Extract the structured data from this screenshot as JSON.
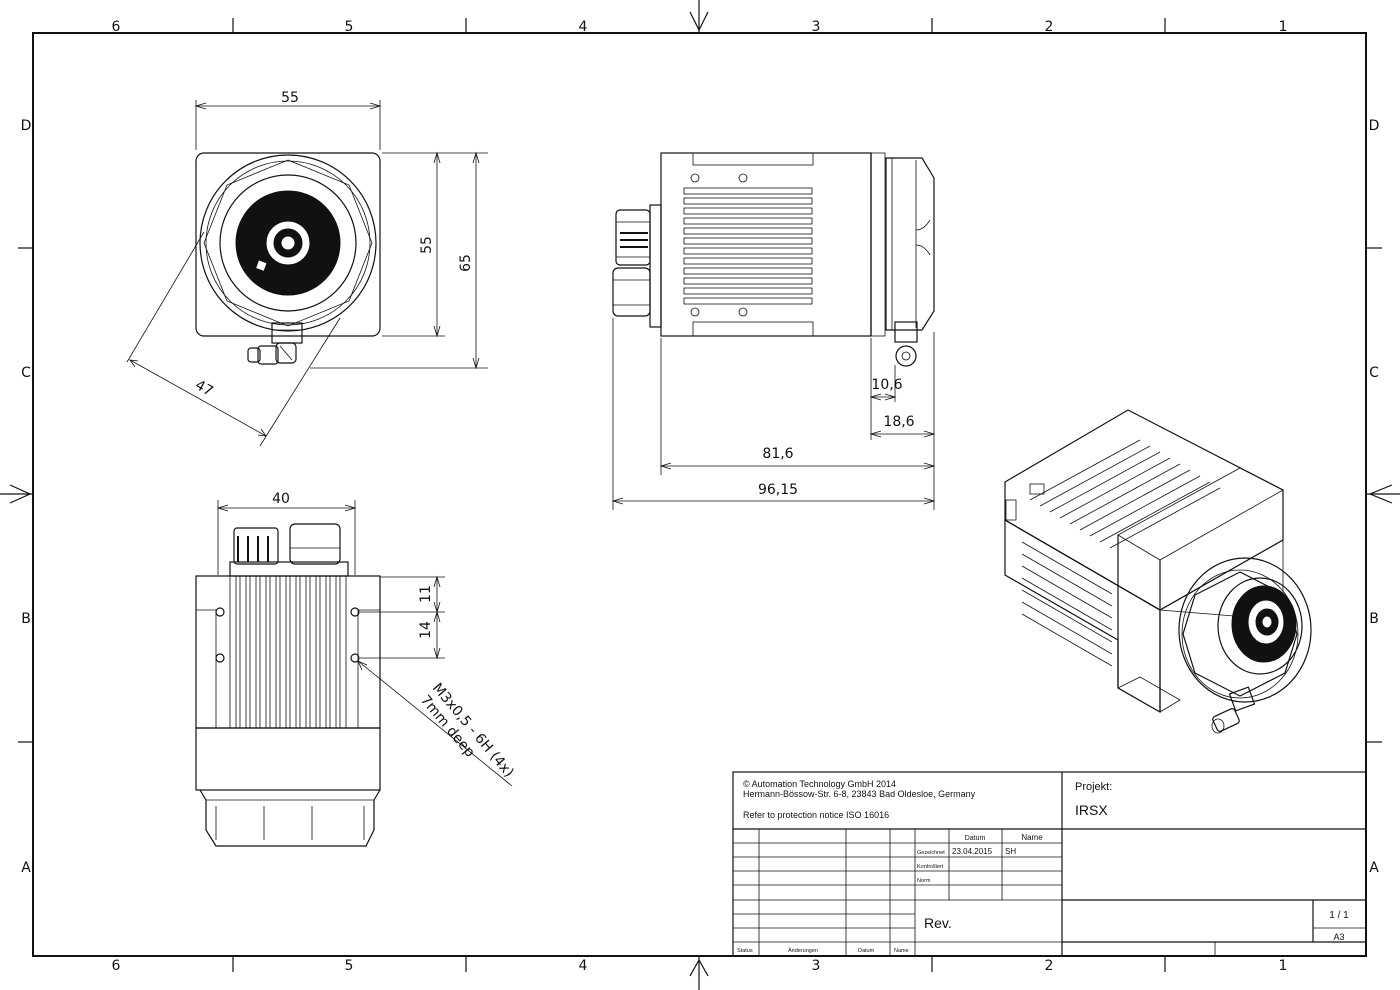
{
  "zones": {
    "columns": [
      "6",
      "5",
      "4",
      "3",
      "2",
      "1"
    ],
    "rows": [
      "D",
      "C",
      "B",
      "A"
    ]
  },
  "dimensions": {
    "front_width": "55",
    "front_height_inner": "55",
    "front_height_outer": "65",
    "front_diagonal": "47",
    "side_connector_offset": "10,6",
    "side_cable_offset": "18,6",
    "side_body_length": "81,6",
    "side_total_length": "96,15",
    "bottom_width": "40",
    "bottom_v1": "11",
    "bottom_v2": "14",
    "thread_note_line1": "M3x0,5 - 6H (4x)",
    "thread_note_line2": "7mm deep"
  },
  "title_block": {
    "copyright": "© Automation Technology GmbH 2014",
    "address": "Hermann-Bössow-Str. 6-8, 23843 Bad Oldesloe, Germany",
    "notice": "Refer to protection notice ISO 16016",
    "project_label": "Projekt:",
    "project_value": "IRSX",
    "col_datum": "Datum",
    "col_name": "Name",
    "row_gezeichnet": "Gezeichnet",
    "row_kontrolliert": "Kontrolliert",
    "row_norm": "Norm",
    "drawn_date": "23.04.2015",
    "drawn_name": "SH",
    "rev_label": "Rev.",
    "sheet": "1 / 1",
    "format": "A3",
    "foot_status": "Status",
    "foot_changes": "Änderungen",
    "foot_datum": "Datum",
    "foot_name": "Name"
  }
}
